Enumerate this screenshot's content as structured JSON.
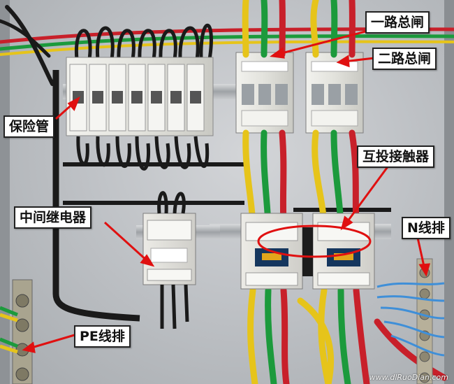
{
  "labels": {
    "breaker_1": "一路总闸",
    "breaker_2": "二路总闸",
    "fuse_tubes": "保险管",
    "interlock_contactors": "互投接触器",
    "intermediate_relay": "中间继电器",
    "n_busbar": "N线排",
    "pe_busbar": "PE线排"
  },
  "watermark": "www.dlRuoDian.com",
  "colors": {
    "annotation_arrow": "#e01010",
    "wire_yellow": "#e6c41a",
    "wire_green": "#1c9a3c",
    "wire_red": "#c8202a",
    "wire_black": "#1a1a1a",
    "wire_blue": "#3f8fd8"
  }
}
